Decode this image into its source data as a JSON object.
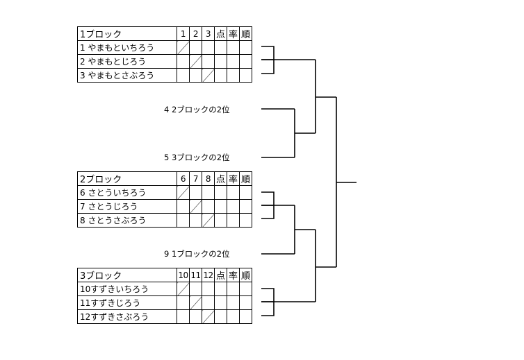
{
  "blocks": [
    {
      "title": "1ブロック",
      "cols": [
        "1",
        "2",
        "3",
        "点",
        "率",
        "順"
      ],
      "rows": [
        "1 やまもといちろう",
        "2 やまもとじろう",
        "3 やまもとさぶろう"
      ]
    },
    {
      "title": "2ブロック",
      "cols": [
        "6",
        "7",
        "8",
        "点",
        "率",
        "順"
      ],
      "rows": [
        "6 さとういちろう",
        "7 さとうじろう",
        "8 さとうさぶろう"
      ]
    },
    {
      "title": "3ブロック",
      "cols": [
        "10",
        "11",
        "12",
        "点",
        "率",
        "順"
      ],
      "rows": [
        "10すずきいちろう",
        "11すずきじろう",
        "12すずきさぶろう"
      ]
    }
  ],
  "entries": [
    "4  2ブロックの2位",
    "5  3ブロックの2位",
    "9  1ブロックの2位"
  ]
}
